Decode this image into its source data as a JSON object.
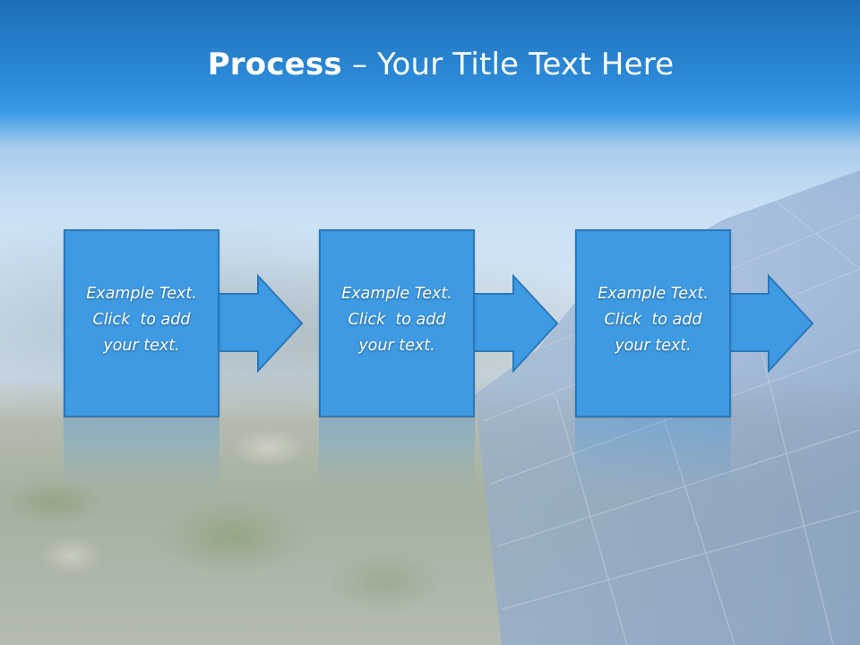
{
  "slide": {
    "title_bold": "Process",
    "title_rest": " – Your Title Text Here"
  },
  "steps": [
    {
      "line1": "Example Text.",
      "line2": "Click  to add",
      "line3": "your text."
    },
    {
      "line1": "Example Text.",
      "line2": "Click  to add",
      "line3": "your text."
    },
    {
      "line1": "Example Text.",
      "line2": "Click  to add",
      "line3": "your text."
    }
  ],
  "colors": {
    "step_fill": "#3d9ae3",
    "step_border": "#2a78b9",
    "title_band": "#1e6fb8"
  }
}
